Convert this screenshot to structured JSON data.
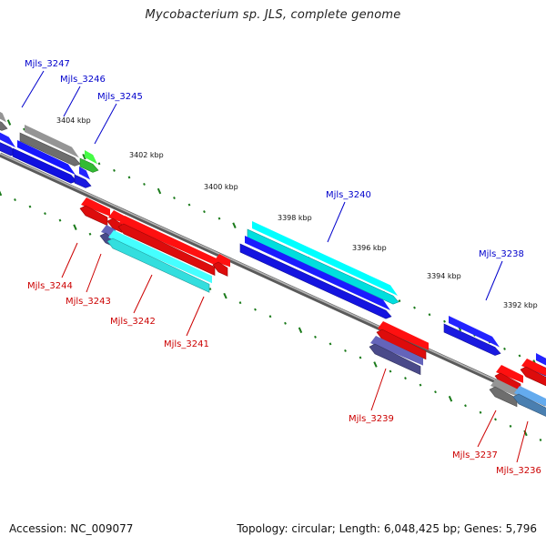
{
  "title": "Mycobacterium sp. JLS, complete genome",
  "footer": {
    "accession": "Accession: NC_009077",
    "summary": "Topology: circular; Length: 6,048,425 bp; Genes: 5,796"
  },
  "colors": {
    "plus_label": "#0000cc",
    "minus_label": "#cc0000",
    "tick": "#1a7a1a",
    "backbone": "#808080"
  },
  "scale_labels": [
    "3404 kbp",
    "3402 kbp",
    "3400 kbp",
    "3398 kbp",
    "3396 kbp",
    "3394 kbp",
    "3392 kbp"
  ],
  "plus_strand_genes": [
    "Mjls_3247",
    "Mjls_3246",
    "Mjls_3245",
    "Mjls_3240",
    "Mjls_3238"
  ],
  "minus_strand_genes": [
    "Mjls_3244",
    "Mjls_3243",
    "Mjls_3242",
    "Mjls_3241",
    "Mjls_3239",
    "Mjls_3237",
    "Mjls_3236"
  ]
}
